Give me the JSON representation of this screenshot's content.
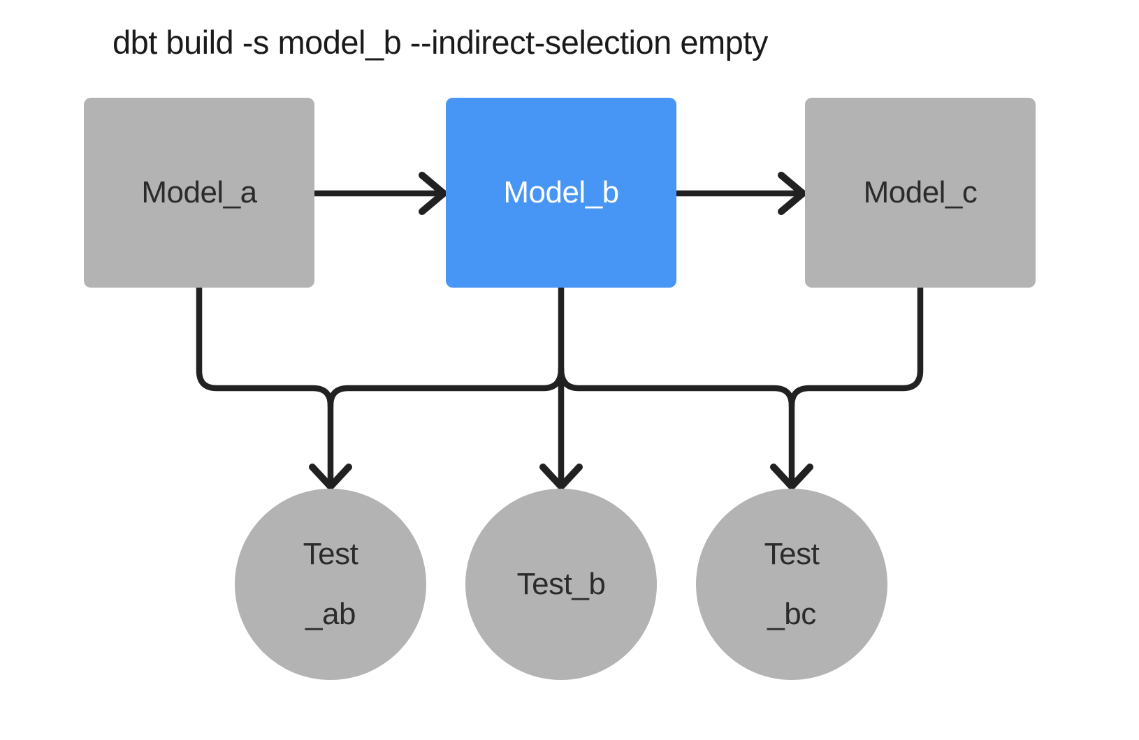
{
  "title": "dbt build -s model_b --indirect-selection empty",
  "diagram_type": "dbt DAG (models and tests)",
  "nodes": {
    "model_a": {
      "label": "Model_a",
      "shape": "rectangle",
      "state": "not-selected",
      "fill": "#b3b3b3"
    },
    "model_b": {
      "label": "Model_b",
      "shape": "rectangle",
      "state": "selected",
      "fill": "#4796f5"
    },
    "model_c": {
      "label": "Model_c",
      "shape": "rectangle",
      "state": "not-selected",
      "fill": "#b3b3b3"
    },
    "test_ab": {
      "line1": "Test",
      "line2": "_ab",
      "shape": "circle",
      "state": "not-selected",
      "fill": "#b3b3b3"
    },
    "test_b": {
      "label": "Test_b",
      "shape": "circle",
      "state": "not-selected",
      "fill": "#b3b3b3"
    },
    "test_bc": {
      "line1": "Test",
      "line2": "_bc",
      "shape": "circle",
      "state": "not-selected",
      "fill": "#b3b3b3"
    }
  },
  "edges": [
    {
      "from": "model_a",
      "to": "model_b",
      "arrow": true
    },
    {
      "from": "model_b",
      "to": "model_c",
      "arrow": true
    },
    {
      "from": "model_a",
      "to": "test_ab",
      "arrow": true
    },
    {
      "from": "model_b",
      "to": "test_ab",
      "arrow": true
    },
    {
      "from": "model_b",
      "to": "test_b",
      "arrow": true
    },
    {
      "from": "model_b",
      "to": "test_bc",
      "arrow": true
    },
    {
      "from": "model_c",
      "to": "test_bc",
      "arrow": true
    }
  ],
  "colors": {
    "background": "#ffffff",
    "node_gray": "#b3b3b3",
    "selected_blue": "#4796f5",
    "edge_line": "#212121",
    "title_text": "#1a1a1a",
    "node_text_dark": "#2b2b2b",
    "node_text_light": "#ffffff"
  }
}
